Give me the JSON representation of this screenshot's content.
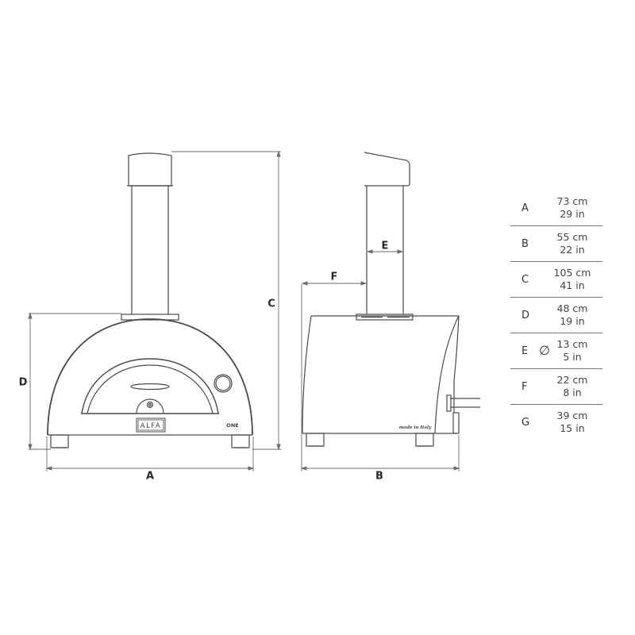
{
  "diagram": {
    "front_view": {
      "brand_badge": "ALFA",
      "model_label": "ONE",
      "dimension_labels": {
        "width": "A",
        "height_body": "D",
        "height_total": "C"
      }
    },
    "side_view": {
      "side_text": "made in Italy",
      "dimension_labels": {
        "depth": "B",
        "flue_diameter": "E",
        "flue_offset": "F"
      }
    },
    "colors": {
      "line": "#4a4a4a",
      "dimension_line": "#6a6a6a",
      "background": "#ffffff"
    }
  },
  "spec_table": {
    "rows": [
      {
        "key": "A",
        "symbol": "",
        "cm": "73 cm",
        "in": "29 in"
      },
      {
        "key": "B",
        "symbol": "",
        "cm": "55 cm",
        "in": "22 in"
      },
      {
        "key": "C",
        "symbol": "",
        "cm": "105 cm",
        "in": "41 in"
      },
      {
        "key": "D",
        "symbol": "",
        "cm": "48 cm",
        "in": "19 in"
      },
      {
        "key": "E",
        "symbol": "∅",
        "cm": "13 cm",
        "in": "5 in"
      },
      {
        "key": "F",
        "symbol": "",
        "cm": "22 cm",
        "in": "8 in"
      },
      {
        "key": "G",
        "symbol": "",
        "cm": "39 cm",
        "in": "15 in"
      }
    ]
  }
}
